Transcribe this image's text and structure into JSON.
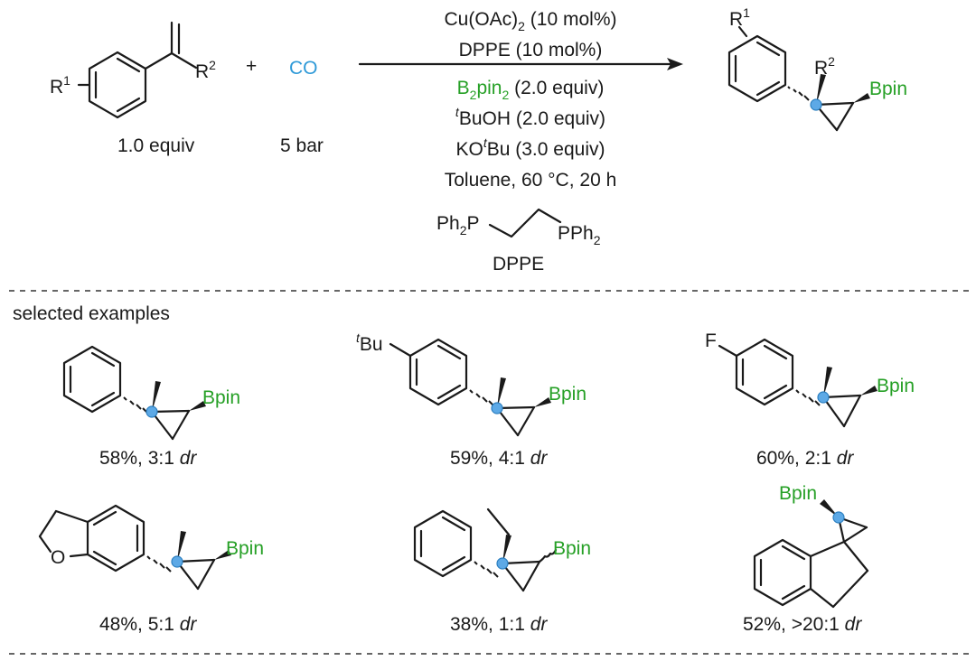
{
  "colors": {
    "boron": "#26a026",
    "co": "#2f9ad8",
    "highlight": "#5da9e6",
    "text": "#1a1a1a"
  },
  "reaction": {
    "substrate_r1": "R",
    "substrate_r1_sup": "1",
    "substrate_r2": "R",
    "substrate_r2_sup": "2",
    "plus": "+",
    "co": "CO",
    "substrate_amount": "1.0 equiv",
    "co_pressure": "5 bar",
    "conditions": {
      "catalyst": "Cu(OAc)",
      "catalyst_sub": "2",
      "catalyst_load": " (10 mol%)",
      "ligand": "DPPE (10 mol%)",
      "boron_b": "B",
      "boron_sub1": "2",
      "boron_pin": "pin",
      "boron_sub2": "2",
      "boron_amount": " (2.0 equiv)",
      "alcohol_sup": "t",
      "alcohol": "BuOH (2.0 equiv)",
      "base_pre": "KO",
      "base_sup": "t",
      "base_post": "Bu (3.0 equiv)",
      "solvent": "Toluene, 60 °C, 20 h"
    },
    "dppe_left": "Ph",
    "dppe_left_sub": "2",
    "dppe_left_p": "P",
    "dppe_right": "PPh",
    "dppe_right_sub": "2",
    "dppe_name": "DPPE",
    "product_r1": "R",
    "product_r1_sup": "1",
    "product_r2": "R",
    "product_r2_sup": "2",
    "product_bpin": "Bpin"
  },
  "examples_header": "selected examples",
  "examples": [
    {
      "bpin": "Bpin",
      "yield": "58%, 3:1 ",
      "dr": "dr"
    },
    {
      "substituent_sup": "t",
      "substituent": "Bu",
      "bpin": "Bpin",
      "yield": "59%, 4:1 ",
      "dr": "dr"
    },
    {
      "substituent": "F",
      "bpin": "Bpin",
      "yield": "60%, 2:1 ",
      "dr": "dr"
    },
    {
      "heteroatom": "O",
      "bpin": "Bpin",
      "yield": "48%, 5:1 ",
      "dr": "dr"
    },
    {
      "bpin": "Bpin",
      "yield": "38%, 1:1 ",
      "dr": "dr"
    },
    {
      "bpin": "Bpin",
      "yield": "52%, >20:1 ",
      "dr": "dr"
    }
  ]
}
